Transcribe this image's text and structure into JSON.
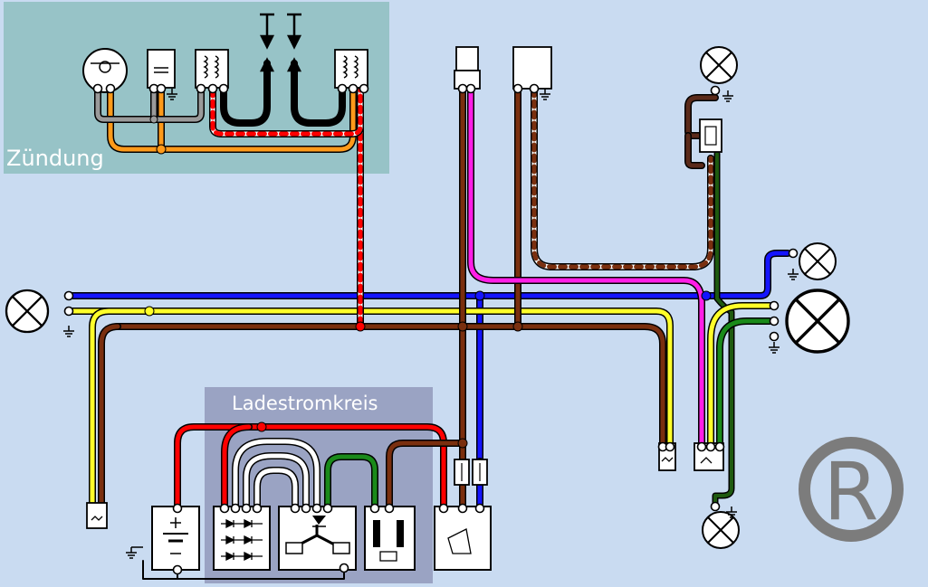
{
  "colors": {
    "background": "#c9dbf1",
    "ignition_panel": "#97c3c7",
    "charging_panel": "#9aa3c3",
    "blue": "#1414ff",
    "yellow": "#ffff2a",
    "brown": "#7a2f0f",
    "red": "#ff0000",
    "magenta": "#ff1ee6",
    "green": "#1a8a1a",
    "dark_green": "#1f5a10",
    "orange": "#ff9a1a",
    "grey": "#9a9a9a",
    "black": "#000000",
    "white": "#ffffff"
  },
  "labels": {
    "ignition": "Zündung",
    "charging": "Ladestromkreis"
  },
  "logo": {
    "letter": "R"
  }
}
